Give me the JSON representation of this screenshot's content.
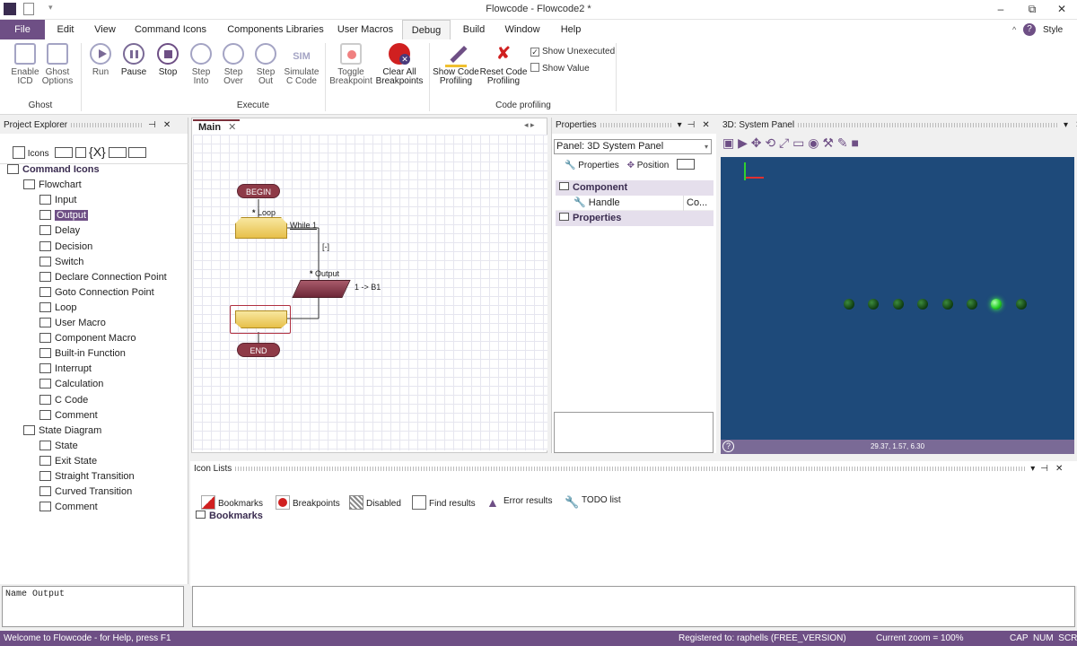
{
  "window": {
    "title": "Flowcode - Flowcode2 *",
    "minimize": "–",
    "restore": "⧉",
    "close": "✕",
    "help": "?",
    "style": "Style"
  },
  "menu": [
    "File",
    "Edit",
    "View",
    "Command Icons",
    "Components Libraries",
    "User Macros",
    "Debug",
    "Build",
    "Window",
    "Help"
  ],
  "ribbon": {
    "buttons": [
      {
        "label": "Enable\nICD"
      },
      {
        "label": "Ghost\nOptions"
      },
      {
        "label": "Run"
      },
      {
        "label": "Pause"
      },
      {
        "label": "Stop"
      },
      {
        "label": "Step\nInto"
      },
      {
        "label": "Step\nOver"
      },
      {
        "label": "Step\nOut"
      },
      {
        "label": "Simulate\nC Code"
      },
      {
        "label": "Toggle\nBreakpoint"
      },
      {
        "label": "Clear All\nBreakpoints"
      },
      {
        "label": "Show Code\nProfiling"
      },
      {
        "label": "Reset Code\nProfiling"
      }
    ],
    "sim_text": "SIM",
    "checks": [
      {
        "label": "Show Unexecuted",
        "checked": true
      },
      {
        "label": "Show Value",
        "checked": false
      }
    ],
    "groups": [
      "Ghost",
      "Execute",
      "Code profiling"
    ]
  },
  "project_explorer": {
    "title": "Project Explorer",
    "icons_label": "Icons",
    "toolbar_extra": "{X}",
    "tree": [
      {
        "label": "Command Icons",
        "level": 0,
        "bold": true
      },
      {
        "label": "Flowchart",
        "level": 1
      },
      {
        "label": "Input",
        "level": 2
      },
      {
        "label": "Output",
        "level": 2,
        "selected": true
      },
      {
        "label": "Delay",
        "level": 2
      },
      {
        "label": "Decision",
        "level": 2
      },
      {
        "label": "Switch",
        "level": 2
      },
      {
        "label": "Declare Connection Point",
        "level": 2
      },
      {
        "label": "Goto Connection Point",
        "level": 2
      },
      {
        "label": "Loop",
        "level": 2
      },
      {
        "label": "User Macro",
        "level": 2
      },
      {
        "label": "Component Macro",
        "level": 2
      },
      {
        "label": "Built-in Function",
        "level": 2
      },
      {
        "label": "Interrupt",
        "level": 2
      },
      {
        "label": "Calculation",
        "level": 2
      },
      {
        "label": "C Code",
        "level": 2
      },
      {
        "label": "Comment",
        "level": 2
      },
      {
        "label": "State Diagram",
        "level": 1
      },
      {
        "label": "State",
        "level": 2
      },
      {
        "label": "Exit State",
        "level": 2
      },
      {
        "label": "Straight Transition",
        "level": 2
      },
      {
        "label": "Curved Transition",
        "level": 2
      },
      {
        "label": "Comment",
        "level": 2
      }
    ],
    "name_box": "Name Output"
  },
  "main": {
    "tab": "Main",
    "flow": {
      "begin": "BEGIN",
      "loop": "Loop",
      "while": "While 1",
      "collapse": "[-]",
      "output": "Output",
      "output_value": "1 -> B1",
      "end": "END"
    }
  },
  "properties": {
    "title": "Properties",
    "panel_select": "Panel: 3D System Panel",
    "tabs": [
      "Properties",
      "Position"
    ],
    "rows": [
      {
        "label": "Component",
        "type": "section"
      },
      {
        "label": "Handle",
        "value": "Co...",
        "type": "row"
      },
      {
        "label": "Properties",
        "type": "section"
      }
    ]
  },
  "system_panel": {
    "title": "3D: System Panel",
    "coords": "29.37, 1.57, 6.30",
    "leds": 8,
    "led_lit_index": 6,
    "help": "?"
  },
  "icon_lists": {
    "title": "Icon Lists",
    "tabs": [
      "Bookmarks",
      "Breakpoints",
      "Disabled",
      "Find results",
      "Error results",
      "TODO list"
    ],
    "active": "Bookmarks"
  },
  "status": {
    "left": "Welcome to Flowcode - for Help, press F1",
    "registered": "Registered to: raphells (FREE_VERSION)",
    "zoom": "Current zoom = 100%",
    "keys": "CAP  NUM  SCRL"
  },
  "colors": {
    "accent": "#6e4f85",
    "flow": "#8e3a47",
    "panel_bg": "#1e4a7a"
  }
}
